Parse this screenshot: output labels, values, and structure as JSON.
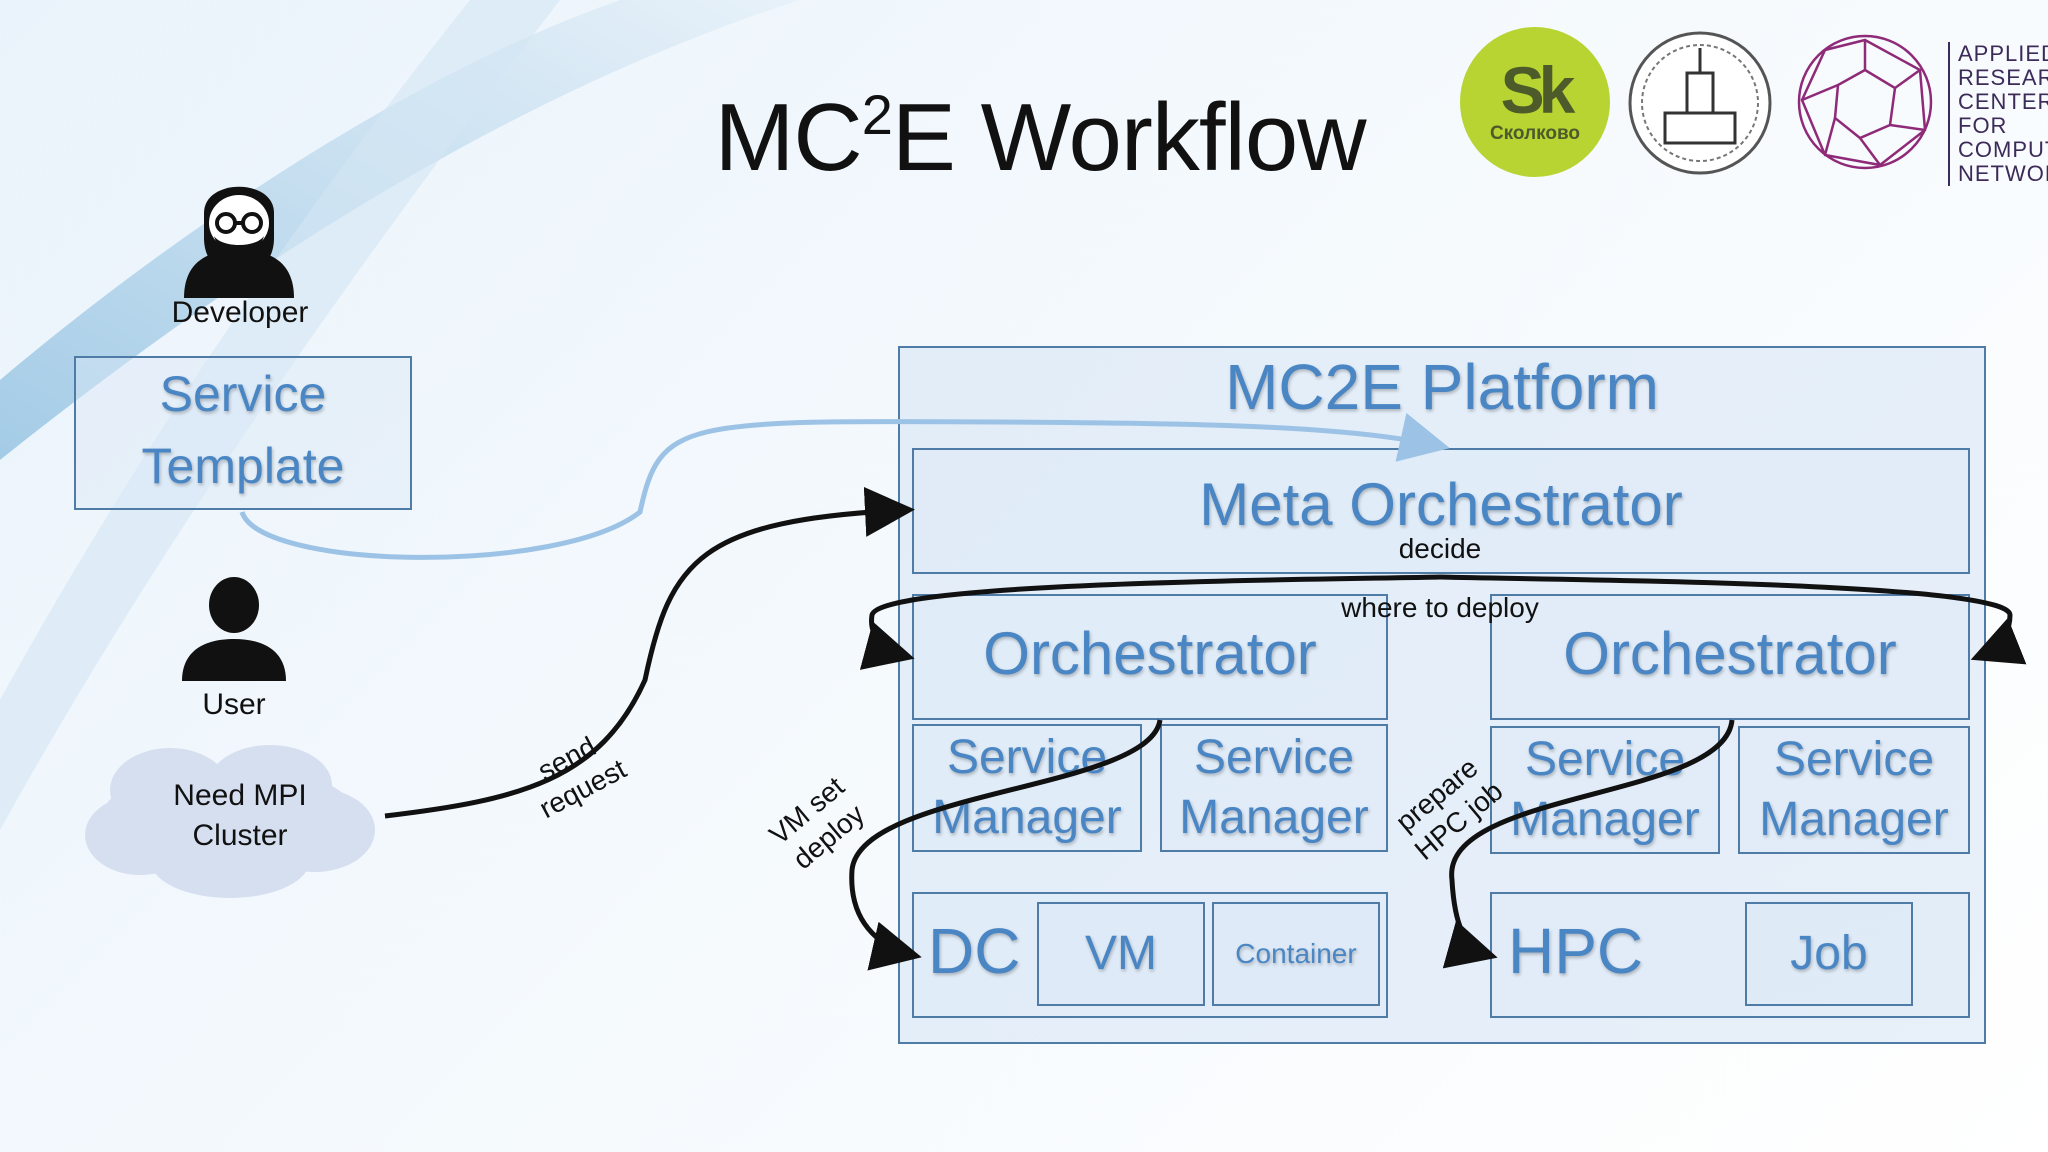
{
  "title": {
    "main": "MC",
    "sup": "2",
    "rest": "E Workflow"
  },
  "logos": {
    "skolkovo_big": "Sk",
    "skolkovo_small": "Сколково",
    "arc_lines": [
      "APPLIED",
      "RESEARCH",
      "CENTER FOR",
      "COMPUTER",
      "NETWORKS"
    ]
  },
  "actors": {
    "developer": "Developer",
    "user": "User",
    "need_line1": "Need MPI",
    "need_line2": "Cluster"
  },
  "service_template": {
    "line1": "Service",
    "line2": "Template"
  },
  "platform": {
    "title": "MC2E Platform",
    "meta": "Meta Orchestrator",
    "orchestrator_left": "Orchestrator",
    "orchestrator_right": "Orchestrator",
    "service_word": "Service",
    "manager_word": "Manager",
    "dc": "DC",
    "vm": "VM",
    "container": "Container",
    "hpc": "HPC",
    "job": "Job"
  },
  "annotations": {
    "decide": "decide",
    "where": "where to deploy",
    "send1": "send",
    "send2": "request",
    "vm1": "VM set",
    "vm2": "deploy",
    "hpc1": "prepare",
    "hpc2": "HPC job"
  },
  "colors": {
    "box_text": "#4a86c4",
    "box_border": "#4f7ba7",
    "skolkovo": "#b7d432",
    "arc": "#8e2a78"
  }
}
